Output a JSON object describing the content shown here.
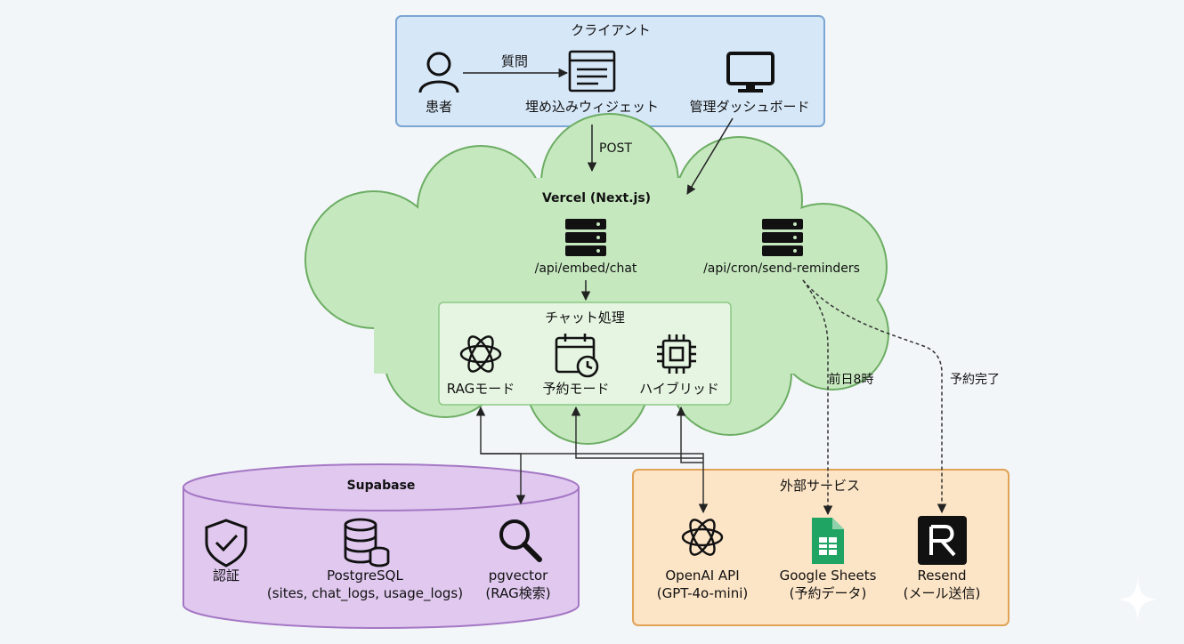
{
  "client": {
    "title": "クライアント",
    "patient": "患者",
    "question": "質問",
    "widget": "埋め込みウィジェット",
    "dashboard": "管理ダッシュボード"
  },
  "post_label": "POST",
  "vercel": {
    "title": "Vercel (Next.js)",
    "chat_api": "/api/embed/chat",
    "cron_api": "/api/cron/send-reminders",
    "chat_processing": {
      "title": "チャット処理",
      "rag": "RAGモード",
      "booking": "予約モード",
      "hybrid": "ハイブリッド"
    }
  },
  "edges": {
    "prev_day": "前日8時",
    "booking_done": "予約完了"
  },
  "supabase": {
    "title": "Supabase",
    "auth": "認証",
    "postgres": "PostgreSQL",
    "postgres_tables": "(sites, chat_logs, usage_logs)",
    "pgvector": "pgvector",
    "pgvector_sub": "(RAG検索)"
  },
  "external": {
    "title": "外部サービス",
    "openai": "OpenAI API",
    "openai_sub": "(GPT-4o-mini)",
    "sheets": "Google Sheets",
    "sheets_sub": "(予約データ)",
    "resend": "Resend",
    "resend_sub": "(メール送信)"
  },
  "colors": {
    "client_fill": "#d6e7f8",
    "client_stroke": "#7ba6d3",
    "cloud_fill": "#c6e8bf",
    "cloud_stroke": "#6cad63",
    "inner_fill": "#e6f5e2",
    "supabase_fill": "#e0c8ef",
    "supabase_stroke": "#a477c4",
    "external_fill": "#fce4c6",
    "external_stroke": "#e0a356"
  }
}
